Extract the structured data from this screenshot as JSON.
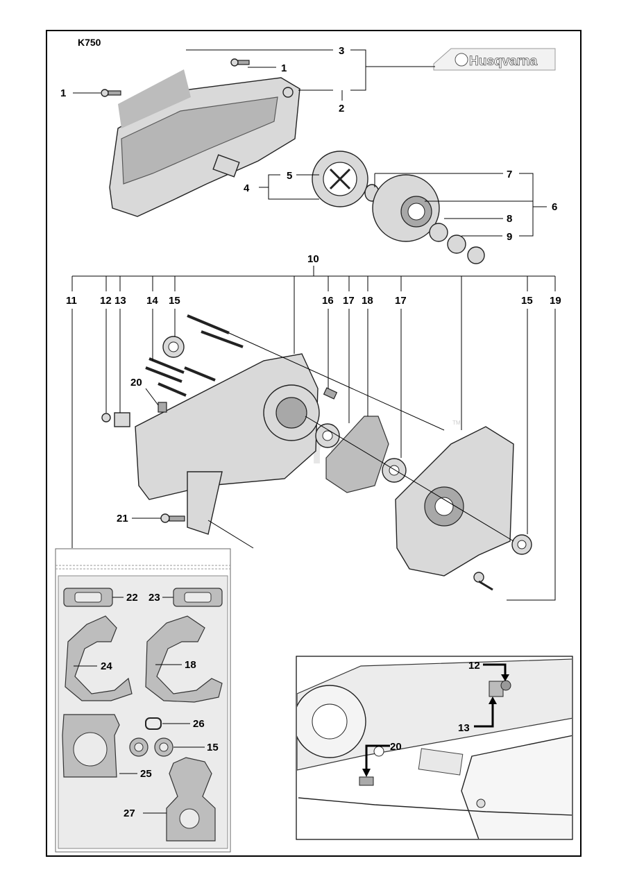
{
  "model": "K750",
  "brand": "Husqvarna",
  "watermark": "PartsTree",
  "trademark": "TM",
  "callouts": {
    "c1a": "1",
    "c1b": "1",
    "c2": "2",
    "c3": "3",
    "c4": "4",
    "c5": "5",
    "c6": "6",
    "c7": "7",
    "c8": "8",
    "c9": "9",
    "c10": "10",
    "c11": "11",
    "c12": "12",
    "c13": "13",
    "c14": "14",
    "c15a": "15",
    "c16": "16",
    "c17a": "17",
    "c18": "18",
    "c17b": "17",
    "c15b": "15",
    "c19": "19",
    "c20": "20",
    "c21": "21"
  },
  "kit_callouts": {
    "k22": "22",
    "k23": "23",
    "k24": "24",
    "k18": "18",
    "k26": "26",
    "k15": "15",
    "k25": "25",
    "k27": "27"
  },
  "inset_callouts": {
    "i12": "12",
    "i13": "13",
    "i20": "20"
  }
}
